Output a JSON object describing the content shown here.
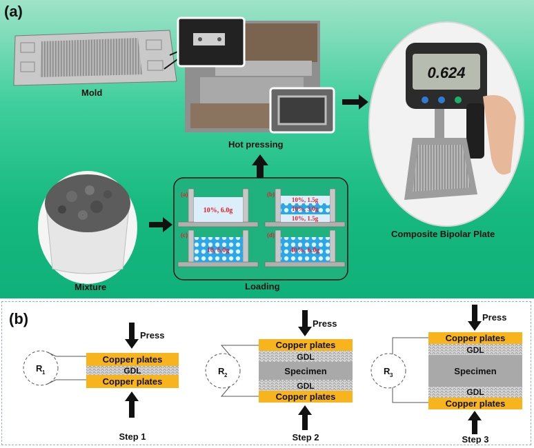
{
  "panel_a": {
    "tag": "(a)",
    "mold_label": "Mold",
    "hot_pressing_label": "Hot pressing",
    "mixture_label": "Mixture",
    "loading_label": "Loading",
    "bipolar_label": "Composite Bipolar Plate",
    "gauge_reading": "0.624",
    "loading_cells": [
      {
        "tag": "(a)",
        "texts": [
          "10%, 6.0g"
        ]
      },
      {
        "tag": "(b)",
        "texts": [
          "10%, 1.5g",
          "10%, 3.0g",
          "10%, 1.5g"
        ]
      },
      {
        "tag": "(c)",
        "texts": [
          "10, 6.0g"
        ]
      },
      {
        "tag": "(d)",
        "texts": [
          "40%, 6.0g"
        ]
      }
    ]
  },
  "panel_b": {
    "tag": "(b)",
    "steps": [
      {
        "label": "Step 1",
        "resistor": "R",
        "subscript": "1",
        "press": "Press",
        "layers": [
          "Copper plates",
          "GDL",
          "Copper plates"
        ]
      },
      {
        "label": "Step 2",
        "resistor": "R",
        "subscript": "2",
        "press": "Press",
        "layers": [
          "Copper plates",
          "GDL",
          "Specimen",
          "GDL",
          "Copper plates"
        ]
      },
      {
        "label": "Step 3",
        "resistor": "R",
        "subscript": "3",
        "press": "Press",
        "layers": [
          "Copper plates",
          "GDL",
          "Specimen",
          "GDL",
          "Copper plates"
        ]
      }
    ],
    "colors": {
      "copper": "#f8b41c",
      "specimen": "#a9a9a9",
      "gdl": "#cfcfcf"
    }
  }
}
